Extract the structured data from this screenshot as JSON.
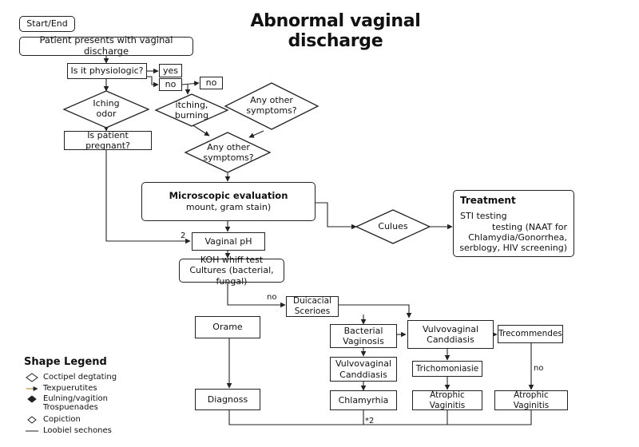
{
  "title": "Abnormal vaginal discharge",
  "start_end": "Start/End",
  "patient_presents": "Patient presents with vaginal discharge",
  "is_physiologic": "Is it physiologic?",
  "yes": "yes",
  "no_1": "no",
  "no_2": "no",
  "itching_odor": "Iching\nodor",
  "itching_burning": "itching,\nburning",
  "any_other_1": "Any other\nsymptoms?",
  "any_other_2": "Any other\nsymptoms?",
  "is_pregnant": "Is patient pregnant?",
  "microscopic_title": "Microscopic evaluation",
  "microscopic_sub": "mount, gram stain)",
  "cultures_diamond": "Culues",
  "treatment_title": "Treatment",
  "treatment_sti": "STI testing",
  "treatment_detail": "testing (NAAT for\nChlamydia/Gonorrhea,\nserblogy, HIV screening)",
  "vaginal_ph": "Vaginal pH",
  "edge_2": "2",
  "koh_line1": "KOH whiff test",
  "koh_line2": "Cultures (bacterial, fungal)",
  "edge_no_koh": "no",
  "duicacial": "Duicacial\nScerioes",
  "orame": "Orame",
  "diagnoss": "Diagnoss",
  "bacterial_vaginosis": "Bacterial\nVaginosis",
  "vulvovaginal_1": "Vulvovaginal\nCanddiasis",
  "vulvovaginal_2": "Vulvovaginal\nCanddiasis",
  "trecommendes": "Trecommendes",
  "trichomoniasie": "Trichomoniasie",
  "edge_no_right": "no",
  "chlamyrhia": "Chlamyrhia",
  "atrophic_1": "Atrophic Vaginitis",
  "atrophic_2": "Atrophic Vaginitis",
  "edge_2_bottom": "*2",
  "legend": {
    "title": "Shape Legend",
    "items": [
      {
        "icon": "diamond-outline-icon",
        "label": "Coctipel degtating"
      },
      {
        "icon": "arrow-right-icon",
        "label": "Texpuerutites"
      },
      {
        "icon": "diamond-filled-icon",
        "label": "Eulning/vagition\nTrospuenades"
      },
      {
        "icon": "diamond-small-icon",
        "label": "Copiction"
      },
      {
        "icon": "line-icon",
        "label": "Loobiel sechones"
      }
    ]
  },
  "colors": {
    "stroke": "#222222",
    "arrow_accent": "#b5731b",
    "background": "#ffffff"
  }
}
